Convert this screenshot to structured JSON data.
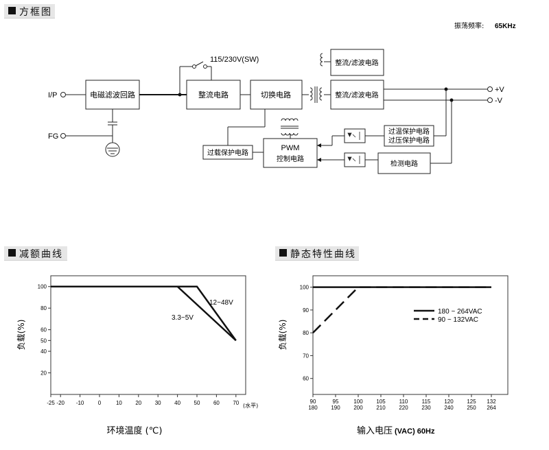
{
  "sections": {
    "block_title": "方框图",
    "derating_title": "减额曲线",
    "static_title": "静态特性曲线"
  },
  "block_diagram": {
    "frequency_label": "振荡频率:",
    "frequency_value": "65KHz",
    "ip_label": "I/P",
    "fg_label": "FG",
    "switch_label": "115/230V(SW)",
    "emi_filter": "电磁滤波回路",
    "rectifier": "整流电路",
    "switching": "切换电路",
    "rect_filter_1": "整流/滤波电路",
    "rect_filter_2": "整流/滤波电路",
    "overload": "过载保护电路",
    "pwm_line1": "PWM",
    "pwm_line2": "控制电路",
    "ot_protect": "过温保护电路",
    "ov_protect": "过压保护电路",
    "detect": "检测电路",
    "out_pos": "+V",
    "out_neg": "-V"
  },
  "chart_data": [
    {
      "type": "line",
      "ylabel": "负载(%)",
      "xlabel": "环境温度 (℃)",
      "x_unit_note": "(水平)",
      "x_ticks": [
        -25,
        -20,
        -10,
        0,
        10,
        20,
        30,
        40,
        50,
        60,
        70
      ],
      "y_ticks": [
        20,
        40,
        50,
        60,
        80,
        100
      ],
      "xlim": [
        -25,
        75
      ],
      "ylim": [
        0,
        110
      ],
      "series": [
        {
          "name": "12~48V",
          "x": [
            -25,
            50,
            70
          ],
          "y": [
            100,
            100,
            50
          ]
        },
        {
          "name": "3.3~5V",
          "x": [
            -25,
            40,
            70
          ],
          "y": [
            100,
            100,
            50
          ]
        }
      ]
    },
    {
      "type": "line",
      "ylabel": "负载(%)",
      "xlabel_cn": "输入电压",
      "xlabel_en": "(VAC) 60Hz",
      "x_ticks_top": [
        "90",
        "95",
        "100",
        "105",
        "110",
        "115",
        "120",
        "125",
        "132"
      ],
      "x_ticks_bottom": [
        "180",
        "190",
        "200",
        "210",
        "220",
        "230",
        "240",
        "250",
        "264"
      ],
      "y_ticks": [
        60,
        70,
        80,
        90,
        100
      ],
      "ylim": [
        53,
        105
      ],
      "series": [
        {
          "name": "180 ~ 264VAC",
          "style": "solid",
          "x": [
            90,
            132
          ],
          "y": [
            100,
            100
          ]
        },
        {
          "name": "90 ~ 132VAC",
          "style": "dashed",
          "x": [
            90,
            100,
            132
          ],
          "y": [
            80,
            100,
            100
          ]
        }
      ]
    }
  ]
}
